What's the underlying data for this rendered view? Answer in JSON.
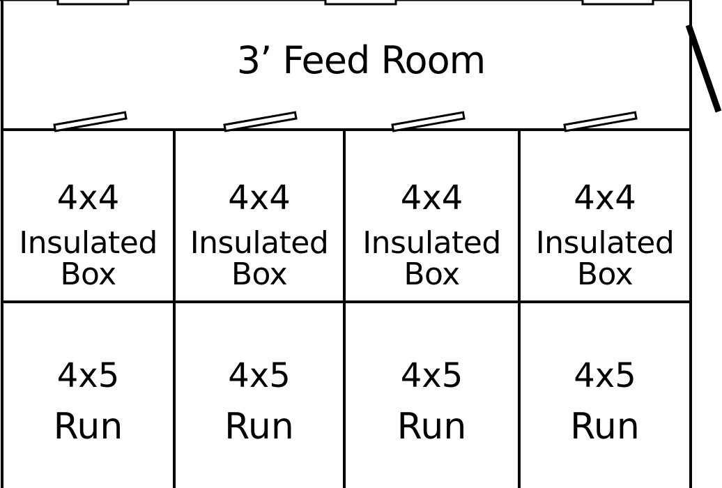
{
  "feed_room": {
    "label": "3’ Feed Room"
  },
  "boxes": [
    {
      "size": "4x4",
      "line1": "Insulated",
      "line2": "Box"
    },
    {
      "size": "4x4",
      "line1": "Insulated",
      "line2": "Box"
    },
    {
      "size": "4x4",
      "line1": "Insulated",
      "line2": "Box"
    },
    {
      "size": "4x4",
      "line1": "Insulated",
      "line2": "Box"
    }
  ],
  "runs": [
    {
      "size": "4x5",
      "word": "Run"
    },
    {
      "size": "4x5",
      "word": "Run"
    },
    {
      "size": "4x5",
      "word": "Run"
    },
    {
      "size": "4x5",
      "word": "Run"
    }
  ],
  "colors": {
    "line": "#000000",
    "background": "#ffffff"
  }
}
